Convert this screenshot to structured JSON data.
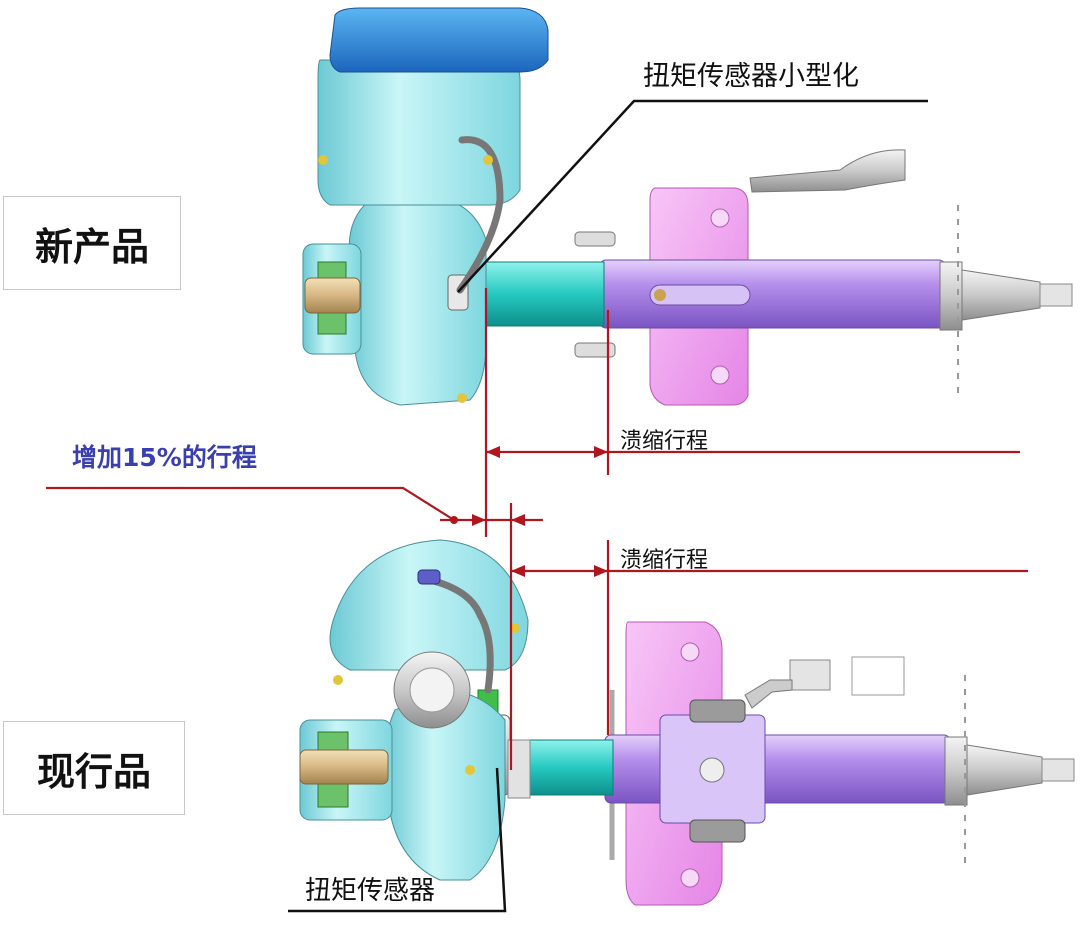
{
  "labels": {
    "new_product": "新产品",
    "current_product": "现行品"
  },
  "annotations": {
    "torque_sensor_miniaturized": "扭矩传感器小型化",
    "torque_sensor": "扭矩传感器",
    "collapse_stroke_top": "溃缩行程",
    "collapse_stroke_bottom": "溃缩行程",
    "increase_stroke": "增加15%的行程"
  },
  "colors": {
    "dimension_line": "#b0161d",
    "highlight_text": "#3a3fb0",
    "motor_blue": "#2e86d8",
    "housing_cyan": "#8fe3e8",
    "shaft_teal": "#2fd1c8",
    "column_purple": "#b58be6",
    "bracket_pink": "#f19df0"
  }
}
